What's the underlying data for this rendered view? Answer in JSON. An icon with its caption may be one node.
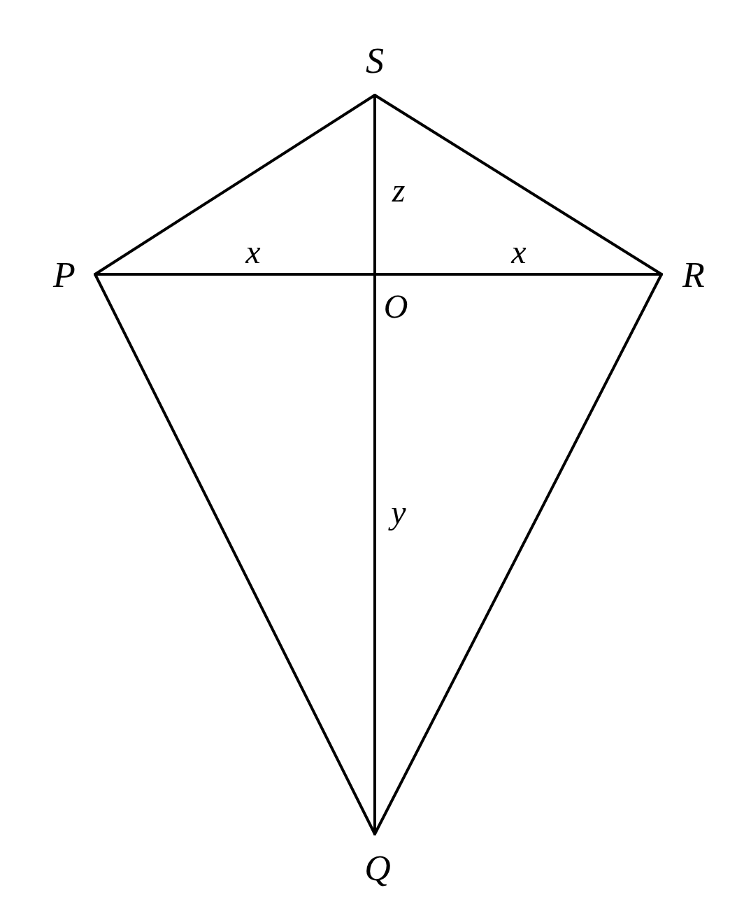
{
  "diagram": {
    "nodes": [
      {
        "text": [
          "S"
        ]
      },
      {
        "text": [
          "P"
        ]
      },
      {
        "text": [
          "R"
        ]
      },
      {
        "text": [
          "Q"
        ]
      }
    ],
    "edges": [
      {
        "from": 1,
        "to": 0,
        "arrow": "none"
      },
      {
        "from": 0,
        "to": 2,
        "arrow": "none"
      },
      {
        "from": 1,
        "to": 3,
        "arrow": "none"
      },
      {
        "from": 2,
        "to": 3,
        "arrow": "none"
      },
      {
        "from": 1,
        "to": 2,
        "arrow": "none"
      },
      {
        "from": 0,
        "to": 3,
        "arrow": "none"
      }
    ],
    "labels": [
      "z",
      "x",
      "x",
      "O",
      "y"
    ]
  }
}
